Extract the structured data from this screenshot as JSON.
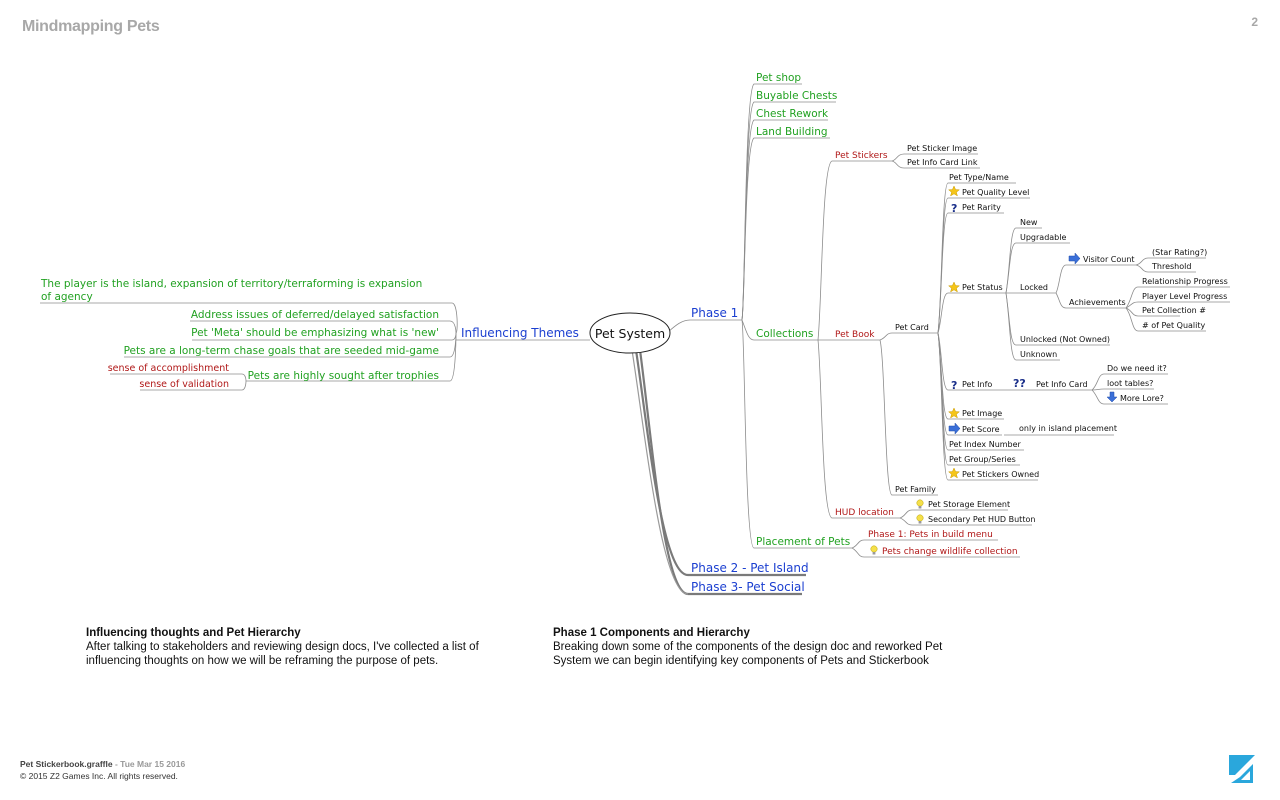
{
  "header": {
    "title": "Mindmapping Pets",
    "page": "2"
  },
  "colors": {
    "green": "#21a121",
    "blue": "#1b3fd0",
    "red": "#b01818",
    "black": "#111111",
    "line": "#8c8c8c",
    "logo": "#2aa7dc"
  },
  "mindmap": {
    "center": "Pet System",
    "left": {
      "agency_line1": "The player is the island, expansion of territory/terraforming is expansion",
      "agency_line2": "of agency",
      "theme": "Influencing Themes",
      "items": [
        "Address issues of deferred/delayed satisfaction",
        "Pet 'Meta' should be emphasizing what is 'new'",
        "Pets are a long-term chase goals that are seeded mid-game",
        "Pets are highly sought after trophies"
      ],
      "trophy_sub": [
        "sense of accomplishment",
        "sense of validation"
      ]
    },
    "phases": [
      "Phase 1",
      "Phase 2 - Pet Island",
      "Phase 3- Pet Social"
    ],
    "phase1": [
      "Pet shop",
      "Buyable Chests",
      "Chest Rework",
      "Land Building",
      "Collections",
      "Placement of Pets"
    ],
    "collections": [
      "Pet Stickers",
      "Pet Book",
      "HUD location"
    ],
    "pet_stickers": [
      "Pet Sticker Image",
      "Pet Info Card Link"
    ],
    "pet_book": [
      "Pet Card",
      "Pet Family"
    ],
    "pet_card": [
      "Pet Type/Name",
      "Pet Quality Level",
      "Pet Rarity",
      "Pet Status",
      "Pet Info",
      "Pet Image",
      "Pet Score",
      "Pet Index Number",
      "Pet Group/Series",
      "Pet Stickers Owned"
    ],
    "pet_status": [
      "New",
      "Upgradable",
      "Locked",
      "Unlocked (Not Owned)",
      "Unknown"
    ],
    "locked": [
      "Visitor Count",
      "Achievements"
    ],
    "visitor": [
      "(Star Rating?)",
      "Threshold"
    ],
    "achievements": [
      "Relationship Progress",
      "Player Level Progress",
      "Pet Collection #",
      "# of Pet Quality"
    ],
    "pet_info": [
      "Pet Info Card"
    ],
    "info_card": [
      "Do we need it?",
      "loot tables?",
      "More Lore?"
    ],
    "pet_score": [
      "only in island placement"
    ],
    "hud": [
      "Pet Storage Element",
      "Secondary Pet HUD Button"
    ],
    "placement": [
      "Phase 1: Pets in build menu",
      "Pets change wildlife collection"
    ]
  },
  "notes": {
    "left": {
      "title": "Influencing thoughts and Pet Hierarchy",
      "line1": "After talking to stakeholders and reviewing design docs, I've collected a list of",
      "line2": "influencing thoughts on how we will be reframing the purpose of pets."
    },
    "right": {
      "title": "Phase 1 Components and Hierarchy",
      "line1": "Breaking down some of the components of the design doc and reworked Pet",
      "line2": "System we can begin identifying key components of Pets and Stickerbook"
    }
  },
  "footer": {
    "filename": "Pet Stickerbook.graffle",
    "sep": " - ",
    "date": "Tue Mar 15 2016",
    "copyright": "© 2015 Z2 Games Inc. All rights reserved."
  }
}
